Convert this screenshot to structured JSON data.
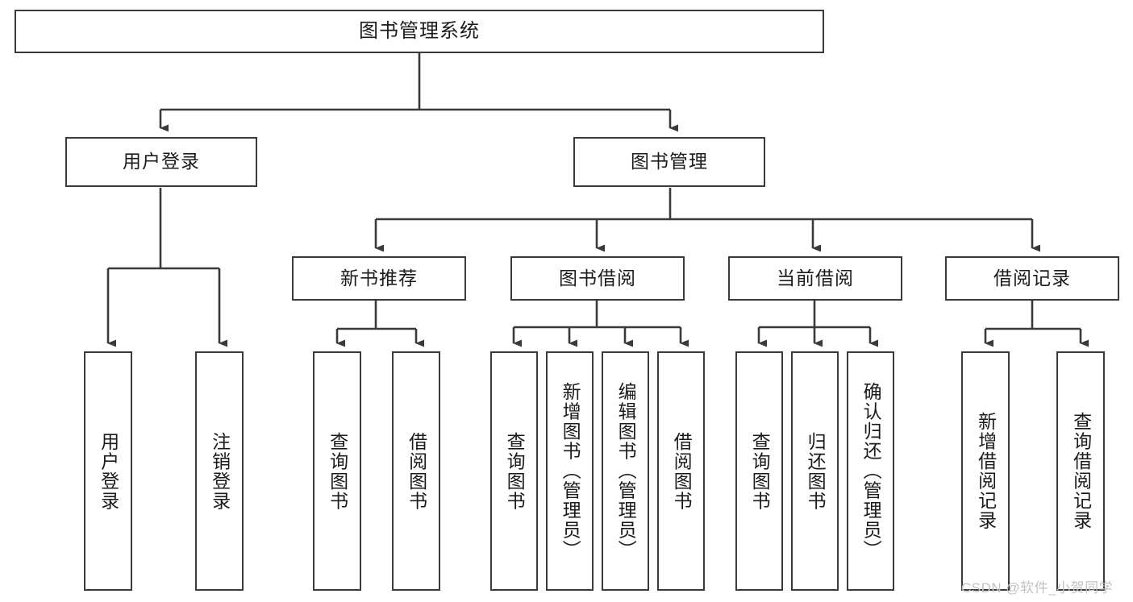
{
  "diagram": {
    "title": "图书管理系统",
    "root": {
      "id": "root",
      "label": "图书管理系统",
      "shape": "rectangle",
      "orientation": "horizontal"
    },
    "level2": [
      {
        "id": "user-login",
        "label": "用户登录",
        "orientation": "horizontal"
      },
      {
        "id": "book-manage",
        "label": "图书管理",
        "orientation": "horizontal"
      }
    ],
    "level3": [
      {
        "id": "new-book-recommend",
        "label": "新书推荐",
        "orientation": "horizontal"
      },
      {
        "id": "book-borrow",
        "label": "图书借阅",
        "orientation": "horizontal"
      },
      {
        "id": "current-borrow",
        "label": "当前借阅",
        "orientation": "horizontal"
      },
      {
        "id": "borrow-record",
        "label": "借阅记录",
        "orientation": "horizontal"
      }
    ],
    "leaves": [
      {
        "id": "leaf-user-login",
        "label": "用户登录",
        "parent": "user-login",
        "orientation": "vertical"
      },
      {
        "id": "leaf-logout",
        "label": "注销登录",
        "parent": "user-login",
        "orientation": "vertical"
      },
      {
        "id": "leaf-query-book-1",
        "label": "查询图书",
        "parent": "new-book-recommend",
        "orientation": "vertical"
      },
      {
        "id": "leaf-borrow-book-1",
        "label": "借阅图书",
        "parent": "new-book-recommend",
        "orientation": "vertical"
      },
      {
        "id": "leaf-query-book-2",
        "label": "查询图书",
        "parent": "book-borrow",
        "orientation": "vertical"
      },
      {
        "id": "leaf-add-book",
        "label": "新增图书（管理员）",
        "parent": "book-borrow",
        "orientation": "vertical"
      },
      {
        "id": "leaf-edit-book",
        "label": "编辑图书（管理员）",
        "parent": "book-borrow",
        "orientation": "vertical"
      },
      {
        "id": "leaf-borrow-book-2",
        "label": "借阅图书",
        "parent": "book-borrow",
        "orientation": "vertical"
      },
      {
        "id": "leaf-query-book-3",
        "label": "查询图书",
        "parent": "current-borrow",
        "orientation": "vertical"
      },
      {
        "id": "leaf-return-book",
        "label": "归还图书",
        "parent": "current-borrow",
        "orientation": "vertical"
      },
      {
        "id": "leaf-confirm-return",
        "label": "确认归还（管理员）",
        "parent": "current-borrow",
        "orientation": "vertical"
      },
      {
        "id": "leaf-add-record",
        "label": "新增借阅记录",
        "parent": "borrow-record",
        "orientation": "vertical"
      },
      {
        "id": "leaf-query-record",
        "label": "查询借阅记录",
        "parent": "borrow-record",
        "orientation": "vertical"
      }
    ],
    "colors": {
      "box_border": "#3a3a3a",
      "box_fill": "#ffffff",
      "connector": "#3a3a3a",
      "text": "#1b1b1b",
      "background": "#ffffff",
      "watermark": "#c3c3c3"
    }
  },
  "watermark": {
    "text": "CSDN @软件_小贺同学"
  }
}
